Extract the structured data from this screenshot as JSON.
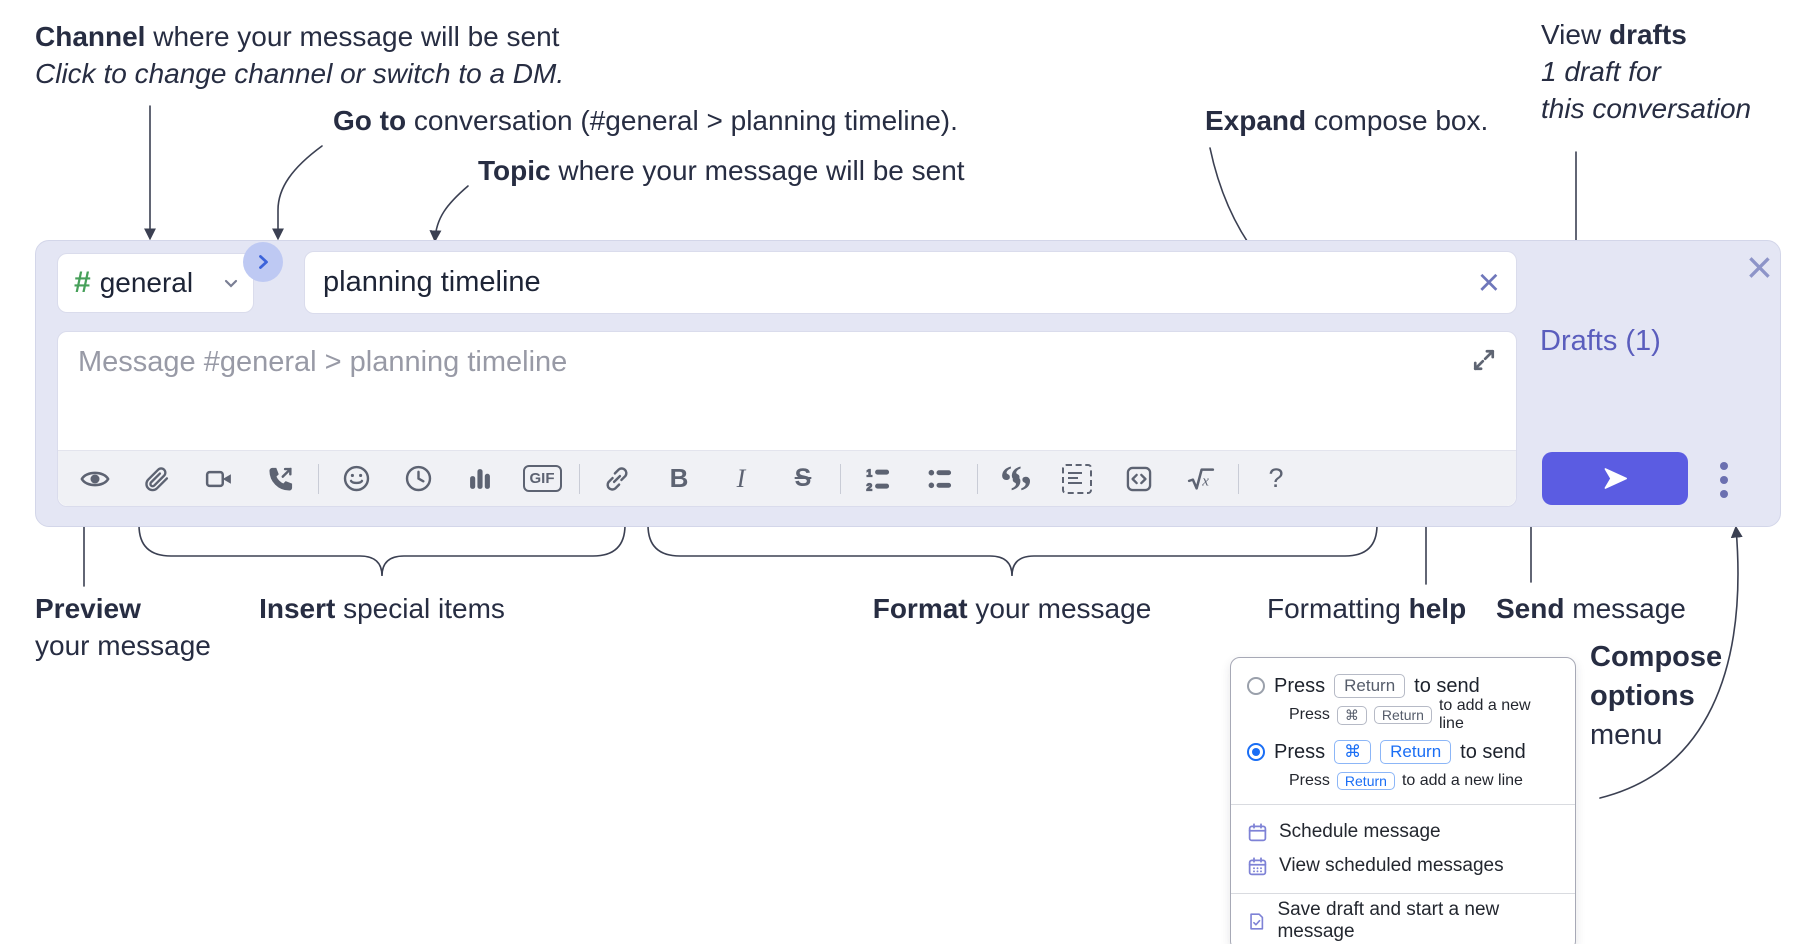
{
  "annotations": {
    "channel": {
      "bold": "Channel",
      "rest": " where your message will be sent",
      "sub": "Click to change channel or switch to a DM."
    },
    "goto": {
      "bold": "Go to",
      "rest": " conversation (#general > planning timeline)."
    },
    "topic": {
      "bold": "Topic",
      "rest": " where your message will be sent"
    },
    "expand": {
      "bold": "Expand",
      "rest": " compose box."
    },
    "view_drafts": {
      "line1_regular": "View ",
      "line1_bold": "drafts",
      "line2": "1 draft for",
      "line3": "this conversation"
    },
    "preview": {
      "bold": "Preview",
      "rest": "your message"
    },
    "insert": {
      "bold": "Insert",
      "rest": " special items"
    },
    "format": {
      "bold": "Format",
      "rest": " your message"
    },
    "formatting_help": {
      "regular": "Formatting ",
      "bold": "help"
    },
    "send": {
      "bold": "Send",
      "rest": " message"
    },
    "compose_options": {
      "line1": "Compose",
      "line2": "options",
      "line3": "menu"
    }
  },
  "composer": {
    "channel_selector": {
      "hash": "#",
      "name": "general"
    },
    "topic_value": "planning timeline",
    "message_placeholder": "Message #general > planning timeline",
    "drafts_link": "Drafts (1)",
    "close_glyph": "×",
    "clear_glyph": "×",
    "toolbar": {
      "gif_label": "GIF",
      "bold_label": "B",
      "italic_label": "I",
      "strike_label": "S",
      "help_label": "?",
      "icons": [
        "eye",
        "paperclip",
        "video-camera",
        "phone-call",
        "emoji",
        "clock",
        "bar-chart",
        "gif",
        "link",
        "bold",
        "italic",
        "strikethrough",
        "ordered-list",
        "bulleted-list",
        "quote",
        "code-block",
        "inline-code",
        "formula",
        "help"
      ]
    }
  },
  "popup": {
    "option1": {
      "press": "Press",
      "key1": "Return",
      "tail": "to send",
      "sub_press": "Press",
      "sub_key1": "⌘",
      "sub_key2": "Return",
      "sub_tail": "to add a new line"
    },
    "option2": {
      "press": "Press",
      "key1": "⌘",
      "key2": "Return",
      "tail": "to send",
      "sub_press": "Press",
      "sub_key1": "Return",
      "sub_tail": "to add a new line"
    },
    "items": [
      {
        "icon": "calendar",
        "label": "Schedule message"
      },
      {
        "icon": "calendar-dots",
        "label": "View scheduled messages"
      },
      {
        "icon": "draft-check",
        "label": "Save draft and start a new message"
      }
    ]
  },
  "colors": {
    "composer_bg": "#e4e6f4",
    "accent_send": "#5b5ce2",
    "drafts_link": "#5a5dbd",
    "goto_chevron": "#3c63da",
    "hash_green": "#47a05a",
    "radio_blue": "#1a6ef5",
    "menu_icon_purple": "#7e82d6"
  }
}
